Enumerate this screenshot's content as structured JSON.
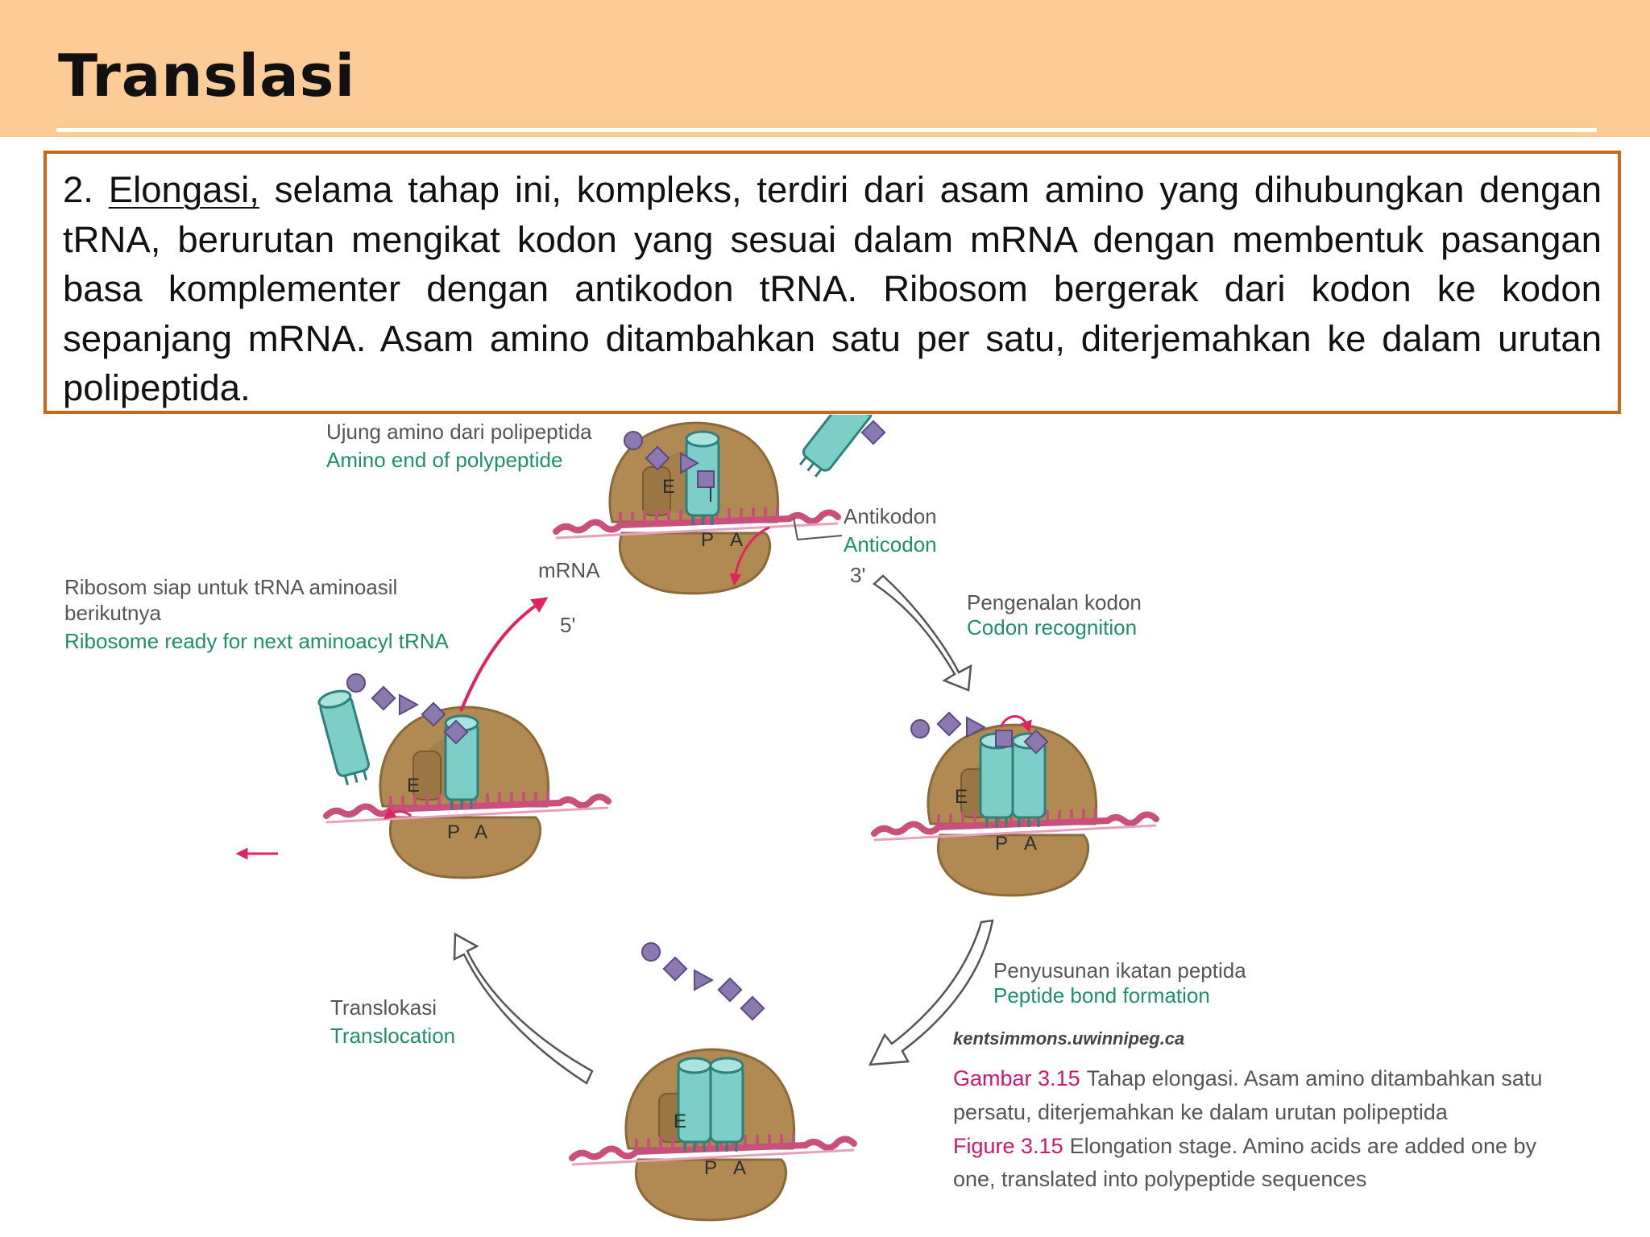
{
  "slide": {
    "title": "Translasi",
    "paragraph": {
      "number": "2.",
      "term": "Elongasi,",
      "body": "selama tahap ini, kompleks, terdiri dari asam amino yang dihubungkan dengan tRNA, berurutan mengikat kodon yang sesuai dalam mRNA dengan membentuk pasangan basa komplementer dengan antikodon tRNA. Ribosom bergerak dari kodon ke kodon sepanjang mRNA. Asam amino ditambahkan satu per satu, diterjemahkan ke dalam urutan polipeptida."
    }
  },
  "figure": {
    "labels": {
      "amino_end_id": "Ujung amino dari polipeptida",
      "amino_end_en": "Amino end of polypeptide",
      "anticodon_id": "Antikodon",
      "anticodon_en": "Anticodon",
      "mrna": "mRNA",
      "three_prime": "3'",
      "five_prime": "5'",
      "ribosome_ready_id_1": "Ribosom siap untuk tRNA aminoasil",
      "ribosome_ready_id_2": "berikutnya",
      "ribosome_ready_en": "Ribosome ready for next aminoacyl tRNA",
      "codon_recognition_id": "Pengenalan kodon",
      "codon_recognition_en": "Codon recognition",
      "peptide_bond_id": "Penyusunan ikatan peptida",
      "peptide_bond_en": "Peptide bond formation",
      "translocation_id": "Translokasi",
      "translocation_en": "Translocation",
      "site_e": "E",
      "site_p": "P",
      "site_a": "A"
    },
    "source": "kentsimmons.uwinnipeg.ca",
    "caption": {
      "id_num": "Gambar 3.15",
      "id_line1": "Tahap elongasi. Asam amino ditambahkan satu",
      "id_line2": "persatu, diterjemahkan ke dalam urutan polipeptida",
      "en_num": "Figure 3.15",
      "en_line1": "Elongation stage. Amino acids are added one by",
      "en_line2": "one, translated into polypeptide sequences"
    },
    "colors": {
      "header_band": "#fdcb96",
      "text_box_border": "#c8691a",
      "ribosome": "#b08a52",
      "trna": "#7ccfc9",
      "mrna": "#c8507a",
      "amino_acid": "#8a7ab0",
      "english_label": "#1f8f6a",
      "figure_number": "#c8186f"
    }
  }
}
